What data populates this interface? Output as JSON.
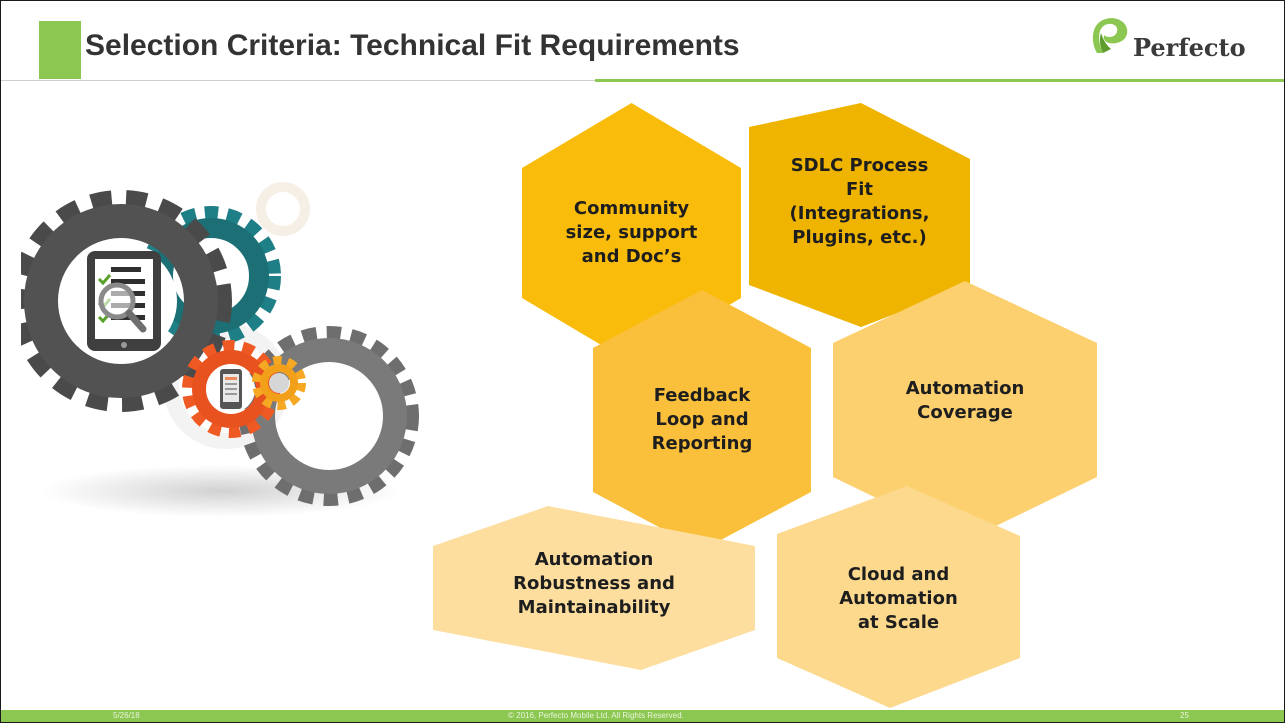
{
  "header": {
    "title": "Selection Criteria: Technical Fit Requirements",
    "logo_text": "Perfecto"
  },
  "hexagons": [
    {
      "id": "community",
      "label": "Community\nsize, support\nand Doc’s",
      "color": "#f9bc0b"
    },
    {
      "id": "sdlc",
      "label": "SDLC Process\nFit\n(Integrations,\nPlugins, etc.)",
      "color": "#efb400"
    },
    {
      "id": "feedback",
      "label": "Feedback\nLoop and\nReporting",
      "color": "#fac03c"
    },
    {
      "id": "coverage",
      "label": "Automation\nCoverage",
      "color": "#fdd06f"
    },
    {
      "id": "robustness",
      "label": "Automation\nRobustness and\nMaintainability",
      "color": "#fdde9f"
    },
    {
      "id": "cloud",
      "label": "Cloud and\nAutomation\nat Scale",
      "color": "#fdd98e"
    }
  ],
  "footer": {
    "date": "5/26/18",
    "copyright": "© 2016, Perfecto Mobile Ltd.  All Rights Reserved.",
    "page_number": "25"
  },
  "colors": {
    "accent_green": "#8cc751",
    "title_text": "#333333",
    "gear_dark": "#4a4a4a",
    "gear_teal": "#1f7f86",
    "gear_orange": "#ef5a24",
    "gear_yellow": "#f7a823",
    "gear_gray": "#6e6e6e"
  },
  "icons": [
    "gear-cluster-icon",
    "tablet-checklist-icon",
    "magnifier-icon",
    "phone-icon",
    "perfecto-logo-icon"
  ]
}
